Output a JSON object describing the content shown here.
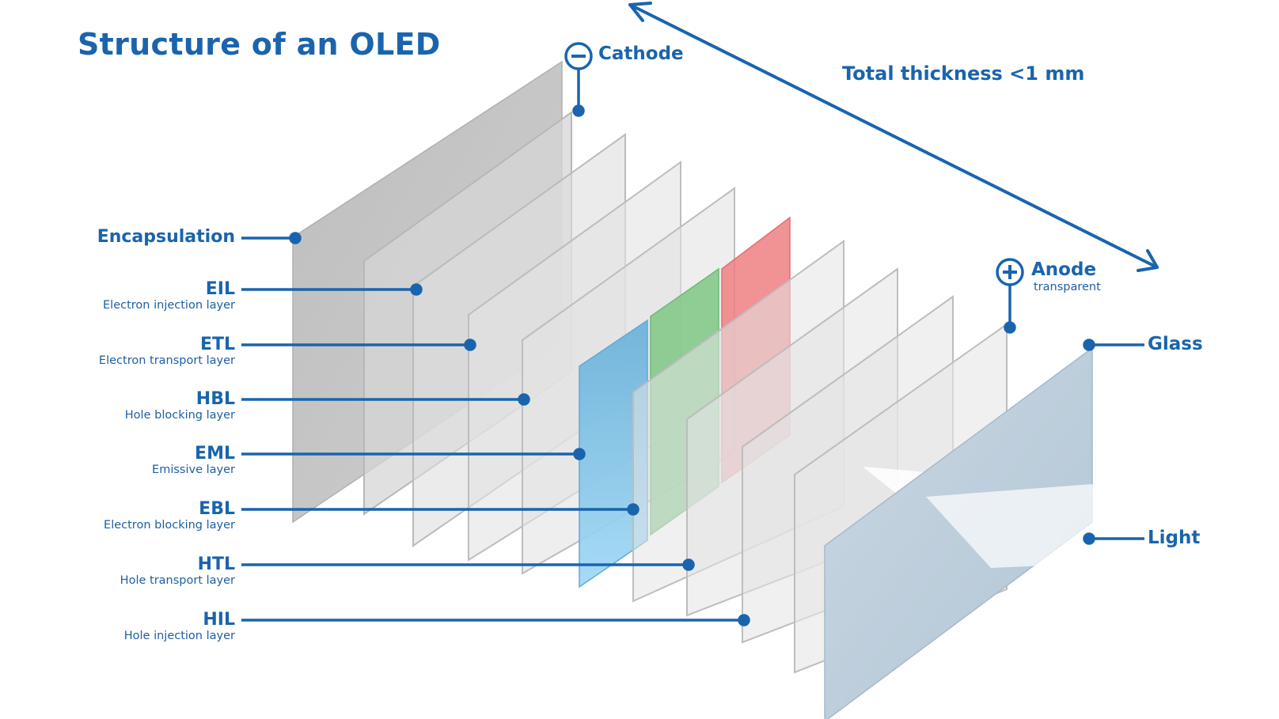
{
  "title": "Structure of an OLED",
  "cathode": {
    "symbol": "−",
    "label": "Cathode"
  },
  "anode": {
    "symbol": "+",
    "label": "Anode",
    "sublabel": "transparent"
  },
  "thickness_label": "Total thickness <1 mm",
  "layers": [
    {
      "abbr": "Encapsulation",
      "full": ""
    },
    {
      "abbr": "EIL",
      "full": "Electron injection layer"
    },
    {
      "abbr": "ETL",
      "full": "Electron transport layer"
    },
    {
      "abbr": "HBL",
      "full": "Hole blocking layer"
    },
    {
      "abbr": "EML",
      "full": "Emissive layer"
    },
    {
      "abbr": "EBL",
      "full": "Electron blocking layer"
    },
    {
      "abbr": "HTL",
      "full": "Hole transport layer"
    },
    {
      "abbr": "HIL",
      "full": "Hole injection layer"
    }
  ],
  "glass_label": "Glass",
  "light_label": "Light",
  "colors": {
    "label_blue": "#1a64ad",
    "encapsulation": "#c4c4c4",
    "layer": "#e4e4e4",
    "glass": "#b9cbd9",
    "emitter_red": "#ef7f83",
    "emitter_green": "#84c98b",
    "emitter_blue": "#7cc3e8"
  },
  "emitters": [
    "red",
    "green",
    "blue"
  ]
}
